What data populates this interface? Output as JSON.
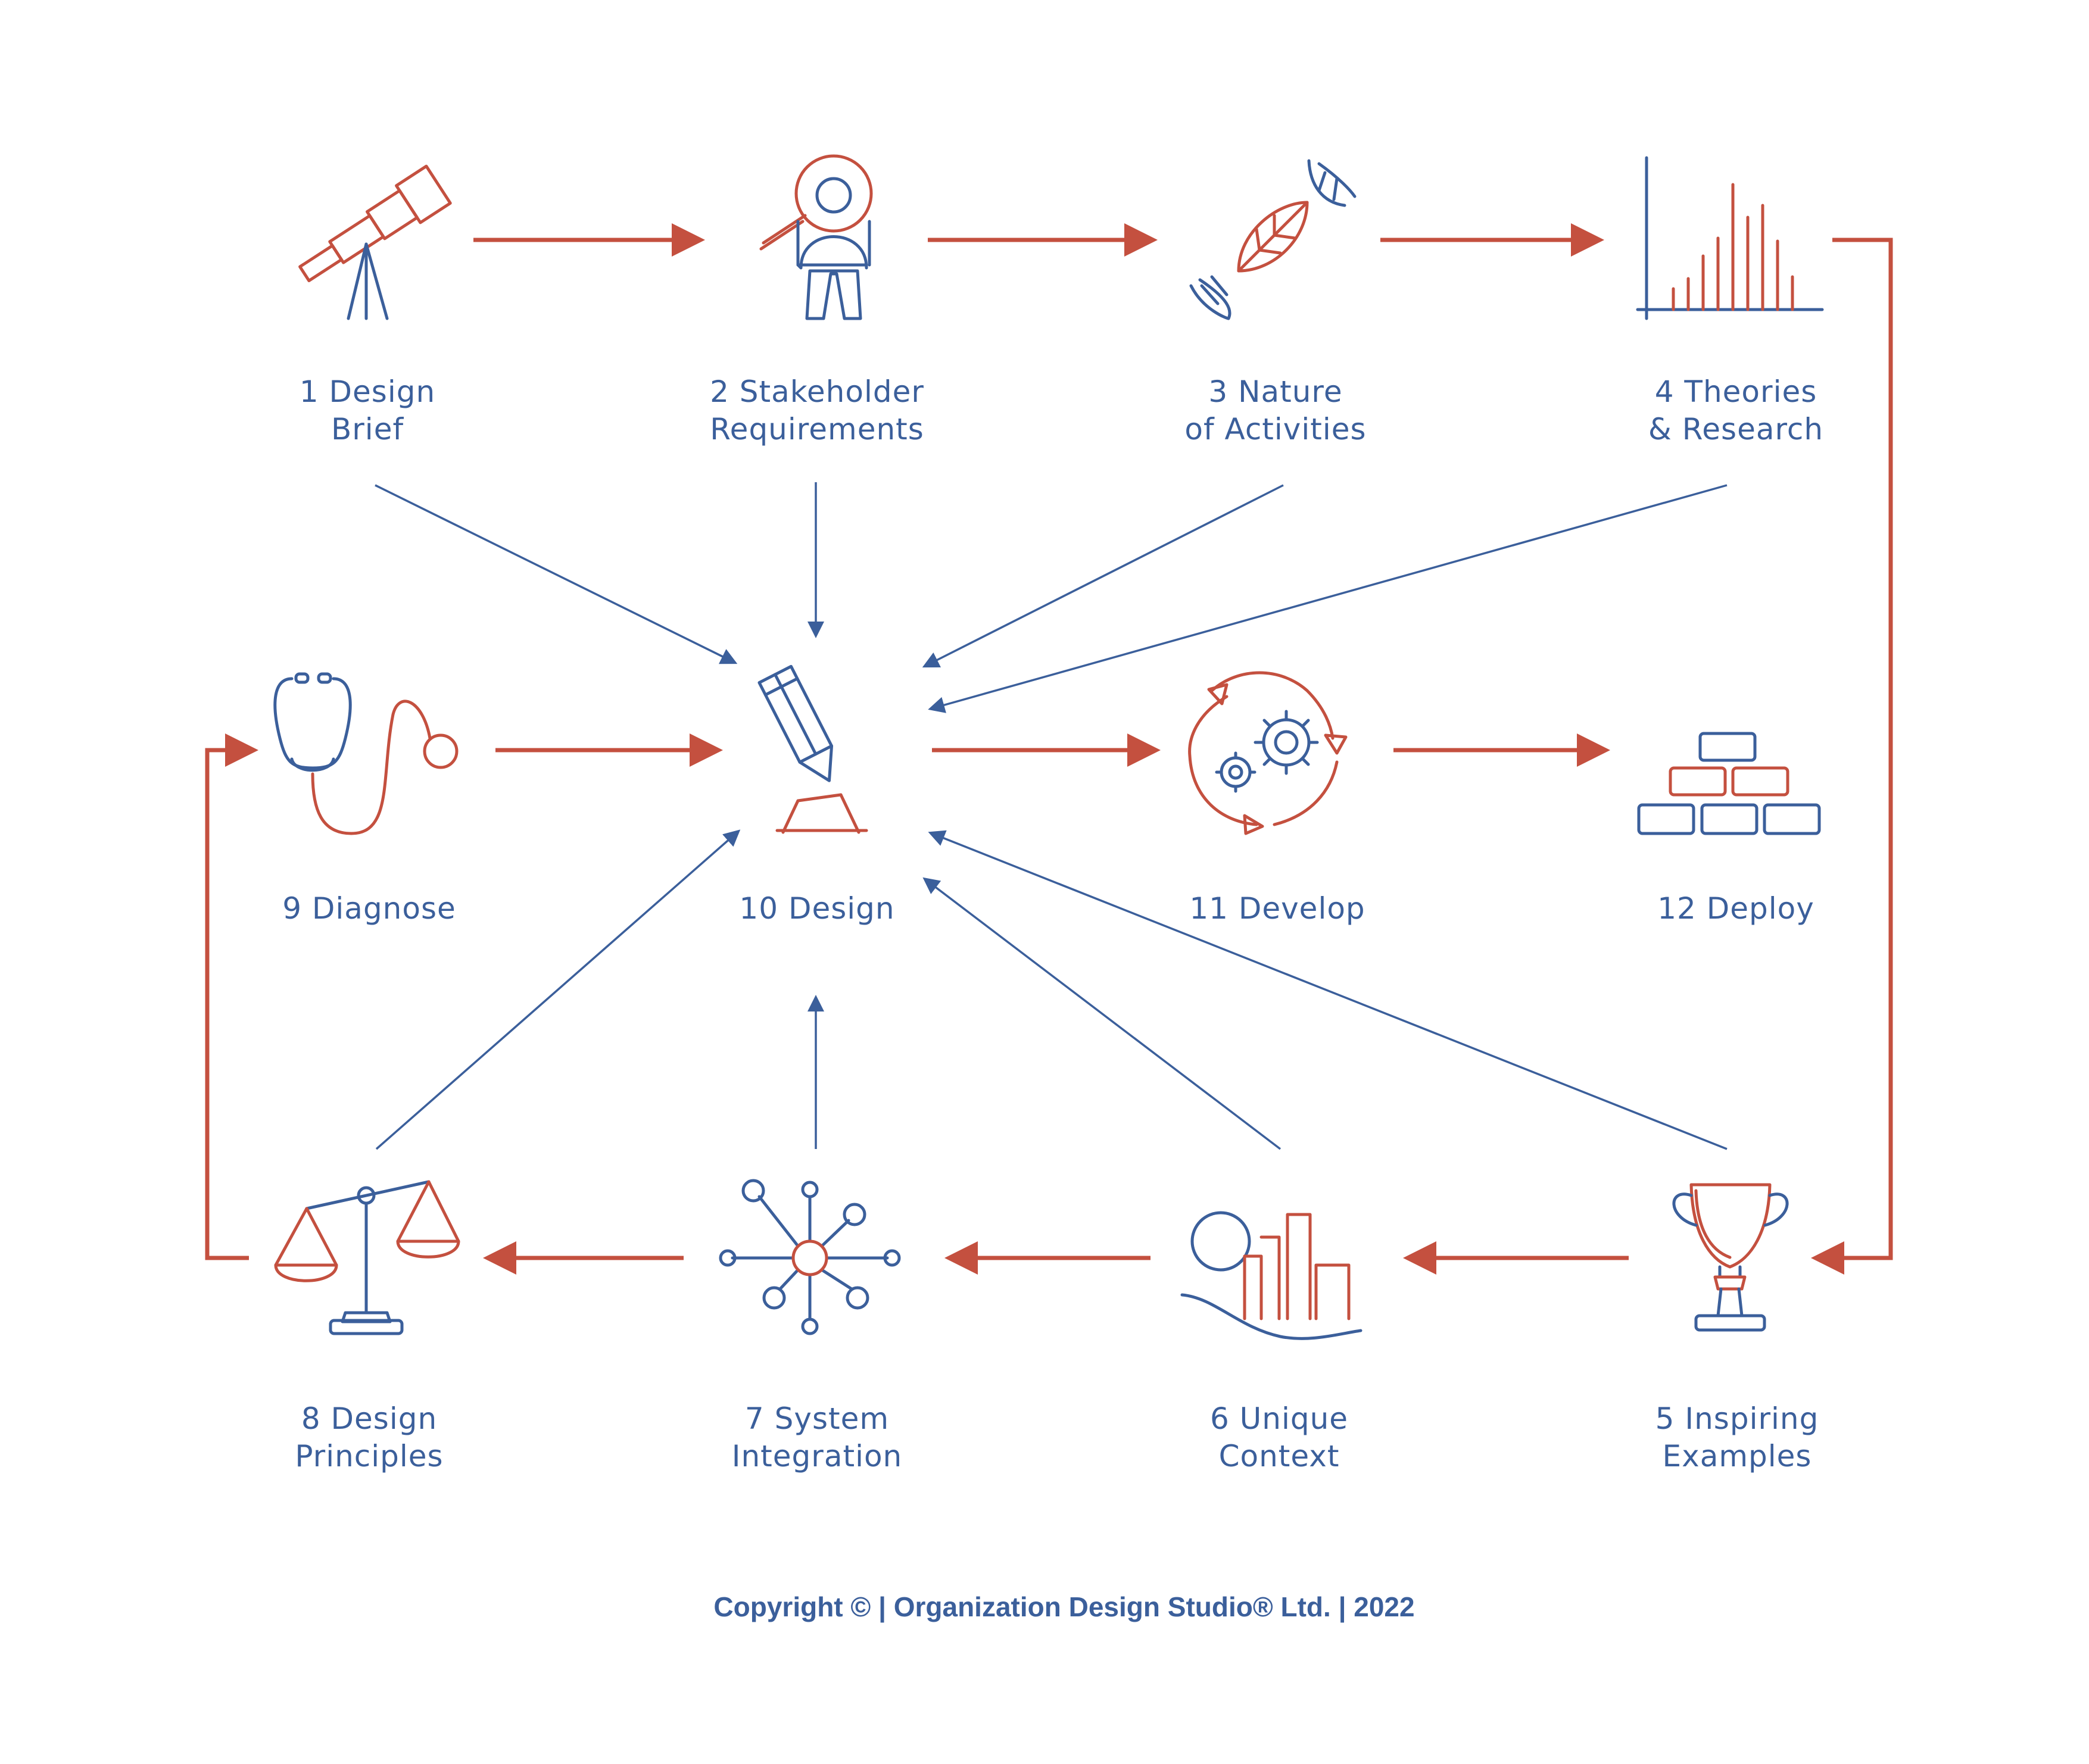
{
  "colors": {
    "primary": "#3b5f9b",
    "accent": "#c4503f",
    "background": "#ffffff"
  },
  "nodes": [
    {
      "id": "n1",
      "line1": "1 Design",
      "line2": "Brief",
      "icon": "telescope-icon"
    },
    {
      "id": "n2",
      "line1": "2 Stakeholder",
      "line2": "Requirements",
      "icon": "person-magnifier-icon"
    },
    {
      "id": "n3",
      "line1": "3 Nature",
      "line2": "of Activities",
      "icon": "dna-leaf-icon"
    },
    {
      "id": "n4",
      "line1": "4 Theories",
      "line2": "& Research",
      "icon": "histogram-icon"
    },
    {
      "id": "n5",
      "line1": "5 Inspiring",
      "line2": "Examples",
      "icon": "trophy-icon"
    },
    {
      "id": "n6",
      "line1": "6 Unique",
      "line2": "Context",
      "icon": "skyline-icon"
    },
    {
      "id": "n7",
      "line1": "7 System",
      "line2": "Integration",
      "icon": "network-hub-icon"
    },
    {
      "id": "n8",
      "line1": "8 Design",
      "line2": "Principles",
      "icon": "balance-scale-icon"
    },
    {
      "id": "n9",
      "line1": "9 Diagnose",
      "line2": "",
      "icon": "stethoscope-icon"
    },
    {
      "id": "n10",
      "line1": "10 Design",
      "line2": "",
      "icon": "pencil-icon"
    },
    {
      "id": "n11",
      "line1": "11 Develop",
      "line2": "",
      "icon": "gears-cycle-icon"
    },
    {
      "id": "n12",
      "line1": "12 Deploy",
      "line2": "",
      "icon": "stacked-blocks-icon"
    }
  ],
  "flow_sequence": [
    "n1",
    "n2",
    "n3",
    "n4",
    "n5",
    "n6",
    "n7",
    "n8",
    "n9",
    "n10",
    "n11",
    "n12"
  ],
  "inputs_to_design": [
    "n1",
    "n2",
    "n3",
    "n4",
    "n5",
    "n6",
    "n7",
    "n8"
  ],
  "footer": {
    "copyright": "Copyright ©  | Organization Design Studio® Ltd. | 2022"
  }
}
